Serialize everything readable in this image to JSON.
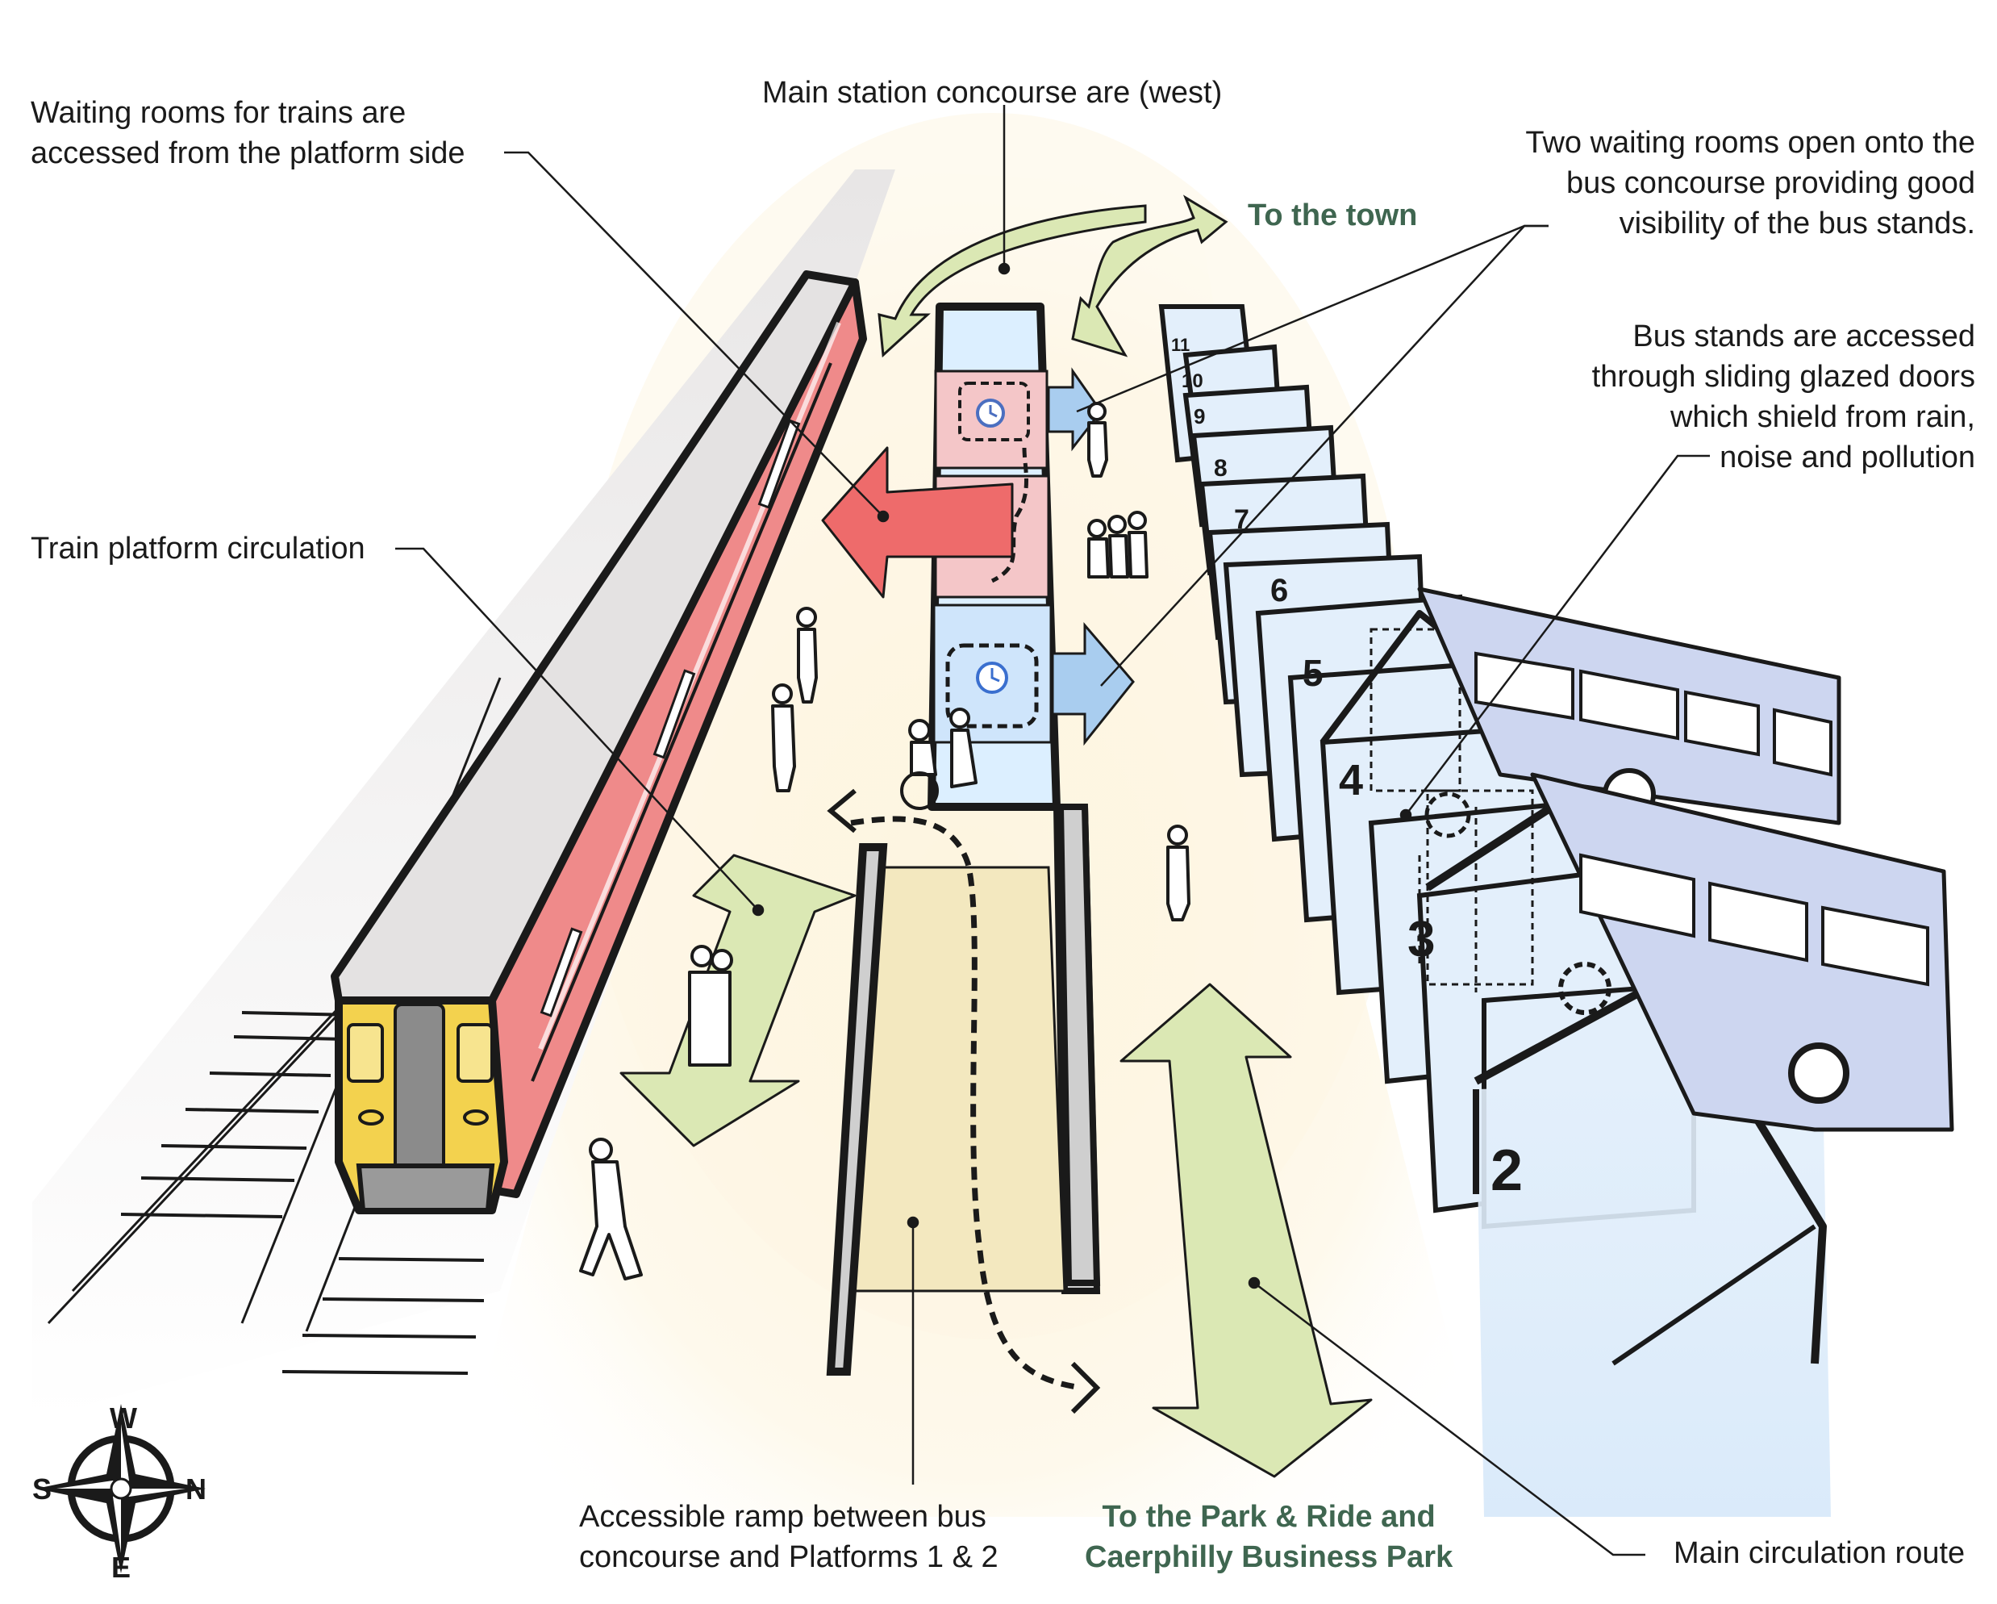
{
  "labels": {
    "waiting_rooms_trains": "Waiting rooms for trains are\naccessed from the platform side",
    "main_concourse": "Main station concourse are (west)",
    "two_waiting_rooms": "Two waiting rooms open onto the\nbus concourse providing good\nvisibility of the bus stands.",
    "to_the_town": "To the town",
    "bus_stands_access": "Bus stands are accessed\nthrough sliding glazed doors\nwhich shield from rain,\nnoise and pollution",
    "train_platform_circulation": "Train platform circulation",
    "accessible_ramp": "Accessible ramp between bus\nconcourse and Platforms 1 & 2",
    "to_park_and_ride": "To the Park & Ride and\nCaerphilly Business Park",
    "main_circulation_route": "Main circulation route"
  },
  "bus_stand_numbers": [
    "11",
    "10",
    "9",
    "8",
    "7",
    "6",
    "5",
    "4",
    "3",
    "2"
  ],
  "compass": {
    "north": "N",
    "south": "S",
    "east": "E",
    "west": "W"
  },
  "colors": {
    "ground": "#fdf6e3",
    "train_body": "#ef8a8a",
    "train_front": "#f3d24e",
    "green_arrow": "#dbe8b4",
    "blue_arrow": "#a9cdef",
    "red_arrow": "#ee6b6b",
    "bus_stand": "#e3effb",
    "bus": "#cdd6f0",
    "ramp": "#f3e8bf",
    "green_text": "#3f6650"
  }
}
